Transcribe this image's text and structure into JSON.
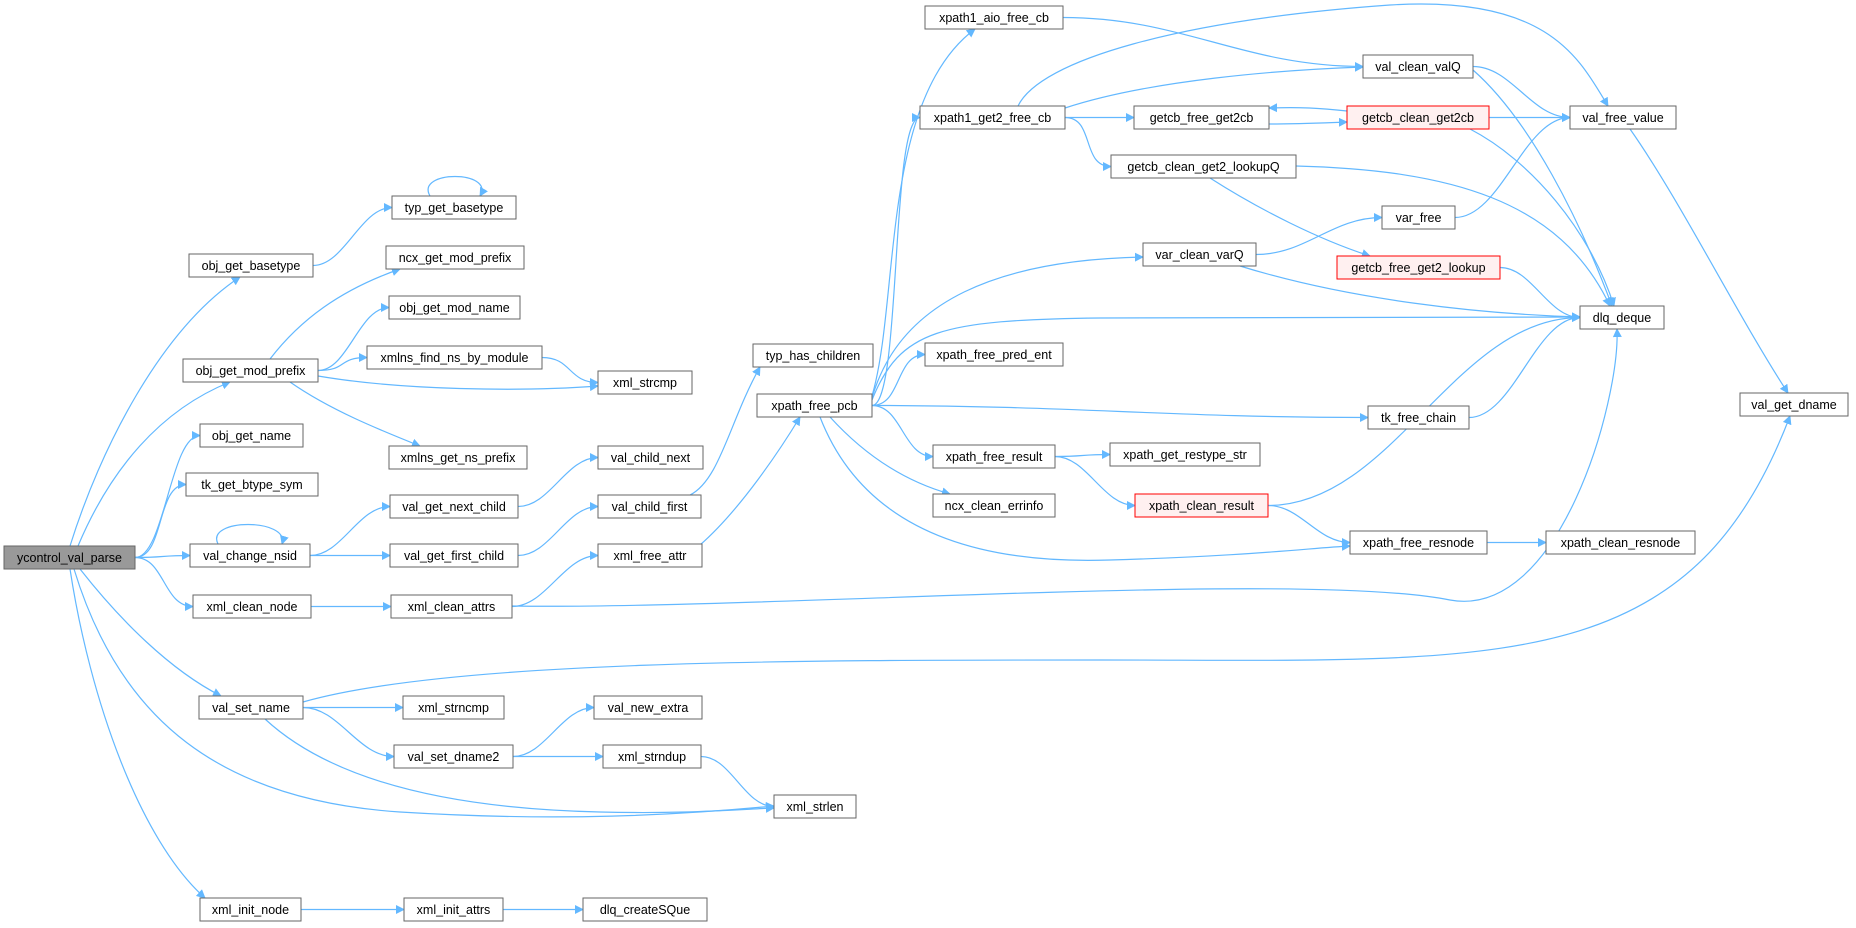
{
  "diagram": {
    "title": "call graph of ycontrol_val_parse",
    "colors": {
      "edge": "#63b8ff",
      "root_fill": "#999999",
      "highlight_border": "#ff0000",
      "highlight_fill": "#fff0f0",
      "node_border": "#666666"
    },
    "nodes": [
      {
        "id": "ycontrol_val_parse",
        "label": "ycontrol_val_parse",
        "style": "root"
      },
      {
        "id": "obj_get_basetype",
        "label": "obj_get_basetype",
        "style": "normal"
      },
      {
        "id": "typ_get_basetype",
        "label": "typ_get_basetype",
        "style": "normal"
      },
      {
        "id": "ncx_get_mod_prefix",
        "label": "ncx_get_mod_prefix",
        "style": "normal"
      },
      {
        "id": "obj_get_mod_name",
        "label": "obj_get_mod_name",
        "style": "normal"
      },
      {
        "id": "obj_get_mod_prefix",
        "label": "obj_get_mod_prefix",
        "style": "normal"
      },
      {
        "id": "xmlns_find_ns_by_module",
        "label": "xmlns_find_ns_by_module",
        "style": "normal"
      },
      {
        "id": "xml_strcmp",
        "label": "xml_strcmp",
        "style": "normal"
      },
      {
        "id": "xmlns_get_ns_prefix",
        "label": "xmlns_get_ns_prefix",
        "style": "normal"
      },
      {
        "id": "obj_get_name",
        "label": "obj_get_name",
        "style": "normal"
      },
      {
        "id": "tk_get_btype_sym",
        "label": "tk_get_btype_sym",
        "style": "normal"
      },
      {
        "id": "val_change_nsid",
        "label": "val_change_nsid",
        "style": "normal"
      },
      {
        "id": "val_get_next_child",
        "label": "val_get_next_child",
        "style": "normal"
      },
      {
        "id": "val_get_first_child",
        "label": "val_get_first_child",
        "style": "normal"
      },
      {
        "id": "val_child_next",
        "label": "val_child_next",
        "style": "normal"
      },
      {
        "id": "val_child_first",
        "label": "val_child_first",
        "style": "normal"
      },
      {
        "id": "xml_clean_node",
        "label": "xml_clean_node",
        "style": "normal"
      },
      {
        "id": "xml_clean_attrs",
        "label": "xml_clean_attrs",
        "style": "normal"
      },
      {
        "id": "xml_free_attr",
        "label": "xml_free_attr",
        "style": "normal"
      },
      {
        "id": "typ_has_children",
        "label": "typ_has_children",
        "style": "normal"
      },
      {
        "id": "xpath_free_pcb",
        "label": "xpath_free_pcb",
        "style": "normal"
      },
      {
        "id": "xpath1_aio_free_cb",
        "label": "xpath1_aio_free_cb",
        "style": "normal"
      },
      {
        "id": "xpath1_get2_free_cb",
        "label": "xpath1_get2_free_cb",
        "style": "normal"
      },
      {
        "id": "val_clean_valQ",
        "label": "val_clean_valQ",
        "style": "normal"
      },
      {
        "id": "getcb_free_get2cb",
        "label": "getcb_free_get2cb",
        "style": "normal"
      },
      {
        "id": "getcb_clean_get2cb",
        "label": "getcb_clean_get2cb",
        "style": "highlight"
      },
      {
        "id": "val_free_value",
        "label": "val_free_value",
        "style": "normal"
      },
      {
        "id": "getcb_clean_get2_lookupQ",
        "label": "getcb_clean_get2_lookupQ",
        "style": "normal"
      },
      {
        "id": "var_free",
        "label": "var_free",
        "style": "normal"
      },
      {
        "id": "var_clean_varQ",
        "label": "var_clean_varQ",
        "style": "normal"
      },
      {
        "id": "getcb_free_get2_lookup",
        "label": "getcb_free_get2_lookup",
        "style": "highlight"
      },
      {
        "id": "dlq_deque",
        "label": "dlq_deque",
        "style": "normal"
      },
      {
        "id": "xpath_free_pred_ent",
        "label": "xpath_free_pred_ent",
        "style": "normal"
      },
      {
        "id": "tk_free_chain",
        "label": "tk_free_chain",
        "style": "normal"
      },
      {
        "id": "val_get_dname",
        "label": "val_get_dname",
        "style": "normal"
      },
      {
        "id": "xpath_free_result",
        "label": "xpath_free_result",
        "style": "normal"
      },
      {
        "id": "xpath_get_restype_str",
        "label": "xpath_get_restype_str",
        "style": "normal"
      },
      {
        "id": "xpath_clean_result",
        "label": "xpath_clean_result",
        "style": "highlight"
      },
      {
        "id": "ncx_clean_errinfo",
        "label": "ncx_clean_errinfo",
        "style": "normal"
      },
      {
        "id": "xpath_free_resnode",
        "label": "xpath_free_resnode",
        "style": "normal"
      },
      {
        "id": "xpath_clean_resnode",
        "label": "xpath_clean_resnode",
        "style": "normal"
      },
      {
        "id": "val_set_name",
        "label": "val_set_name",
        "style": "normal"
      },
      {
        "id": "xml_strncmp",
        "label": "xml_strncmp",
        "style": "normal"
      },
      {
        "id": "val_new_extra",
        "label": "val_new_extra",
        "style": "normal"
      },
      {
        "id": "val_set_dname2",
        "label": "val_set_dname2",
        "style": "normal"
      },
      {
        "id": "xml_strndup",
        "label": "xml_strndup",
        "style": "normal"
      },
      {
        "id": "xml_strlen",
        "label": "xml_strlen",
        "style": "normal"
      },
      {
        "id": "xml_init_node",
        "label": "xml_init_node",
        "style": "normal"
      },
      {
        "id": "xml_init_attrs",
        "label": "xml_init_attrs",
        "style": "normal"
      },
      {
        "id": "dlq_createSQue",
        "label": "dlq_createSQue",
        "style": "normal"
      }
    ],
    "edges": [
      [
        "ycontrol_val_parse",
        "obj_get_basetype"
      ],
      [
        "ycontrol_val_parse",
        "obj_get_mod_prefix"
      ],
      [
        "ycontrol_val_parse",
        "obj_get_name"
      ],
      [
        "ycontrol_val_parse",
        "tk_get_btype_sym"
      ],
      [
        "ycontrol_val_parse",
        "val_change_nsid"
      ],
      [
        "ycontrol_val_parse",
        "xml_clean_node"
      ],
      [
        "ycontrol_val_parse",
        "val_set_name"
      ],
      [
        "ycontrol_val_parse",
        "xml_strlen"
      ],
      [
        "ycontrol_val_parse",
        "xml_init_node"
      ],
      [
        "obj_get_basetype",
        "typ_get_basetype"
      ],
      [
        "typ_get_basetype",
        "typ_get_basetype"
      ],
      [
        "obj_get_mod_prefix",
        "ncx_get_mod_prefix"
      ],
      [
        "obj_get_mod_prefix",
        "obj_get_mod_name"
      ],
      [
        "obj_get_mod_prefix",
        "xmlns_find_ns_by_module"
      ],
      [
        "obj_get_mod_prefix",
        "xml_strcmp"
      ],
      [
        "obj_get_mod_prefix",
        "xmlns_get_ns_prefix"
      ],
      [
        "xmlns_find_ns_by_module",
        "xml_strcmp"
      ],
      [
        "val_change_nsid",
        "val_change_nsid"
      ],
      [
        "val_change_nsid",
        "val_get_next_child"
      ],
      [
        "val_change_nsid",
        "val_get_first_child"
      ],
      [
        "val_get_next_child",
        "val_child_next"
      ],
      [
        "val_get_first_child",
        "val_child_first"
      ],
      [
        "val_child_first",
        "typ_has_children"
      ],
      [
        "xml_clean_node",
        "xml_clean_attrs"
      ],
      [
        "xml_clean_attrs",
        "xml_free_attr"
      ],
      [
        "xml_clean_attrs",
        "dlq_deque"
      ],
      [
        "xml_free_attr",
        "xpath_free_pcb"
      ],
      [
        "xpath_free_pcb",
        "xpath1_aio_free_cb"
      ],
      [
        "xpath_free_pcb",
        "xpath1_get2_free_cb"
      ],
      [
        "xpath_free_pcb",
        "var_clean_varQ"
      ],
      [
        "xpath_free_pcb",
        "dlq_deque"
      ],
      [
        "xpath_free_pcb",
        "xpath_free_pred_ent"
      ],
      [
        "xpath_free_pcb",
        "tk_free_chain"
      ],
      [
        "xpath_free_pcb",
        "xpath_free_result"
      ],
      [
        "xpath_free_pcb",
        "ncx_clean_errinfo"
      ],
      [
        "xpath_free_pcb",
        "xpath_free_resnode"
      ],
      [
        "xpath1_aio_free_cb",
        "val_clean_valQ"
      ],
      [
        "xpath1_get2_free_cb",
        "val_clean_valQ"
      ],
      [
        "xpath1_get2_free_cb",
        "getcb_free_get2cb"
      ],
      [
        "xpath1_get2_free_cb",
        "getcb_clean_get2_lookupQ"
      ],
      [
        "xpath1_get2_free_cb",
        "val_free_value"
      ],
      [
        "val_clean_valQ",
        "val_free_value"
      ],
      [
        "val_clean_valQ",
        "dlq_deque"
      ],
      [
        "getcb_free_get2cb",
        "getcb_clean_get2cb"
      ],
      [
        "getcb_clean_get2cb",
        "getcb_free_get2cb"
      ],
      [
        "getcb_clean_get2cb",
        "val_free_value"
      ],
      [
        "getcb_clean_get2cb",
        "dlq_deque"
      ],
      [
        "getcb_clean_get2_lookupQ",
        "getcb_free_get2_lookup"
      ],
      [
        "getcb_clean_get2_lookupQ",
        "dlq_deque"
      ],
      [
        "var_clean_varQ",
        "var_free"
      ],
      [
        "var_clean_varQ",
        "dlq_deque"
      ],
      [
        "var_free",
        "val_free_value"
      ],
      [
        "getcb_free_get2_lookup",
        "dlq_deque"
      ],
      [
        "val_free_value",
        "val_get_dname"
      ],
      [
        "tk_free_chain",
        "dlq_deque"
      ],
      [
        "xpath_free_result",
        "xpath_get_restype_str"
      ],
      [
        "xpath_free_result",
        "xpath_clean_result"
      ],
      [
        "xpath_clean_result",
        "dlq_deque"
      ],
      [
        "xpath_clean_result",
        "xpath_free_resnode"
      ],
      [
        "xpath_free_resnode",
        "xpath_clean_resnode"
      ],
      [
        "val_set_name",
        "val_get_dname"
      ],
      [
        "val_set_name",
        "xml_strncmp"
      ],
      [
        "val_set_name",
        "val_set_dname2"
      ],
      [
        "val_set_name",
        "xml_strlen"
      ],
      [
        "val_set_dname2",
        "val_new_extra"
      ],
      [
        "val_set_dname2",
        "xml_strndup"
      ],
      [
        "xml_strndup",
        "xml_strlen"
      ],
      [
        "xml_init_node",
        "xml_init_attrs"
      ],
      [
        "xml_init_attrs",
        "dlq_createSQue"
      ]
    ]
  }
}
